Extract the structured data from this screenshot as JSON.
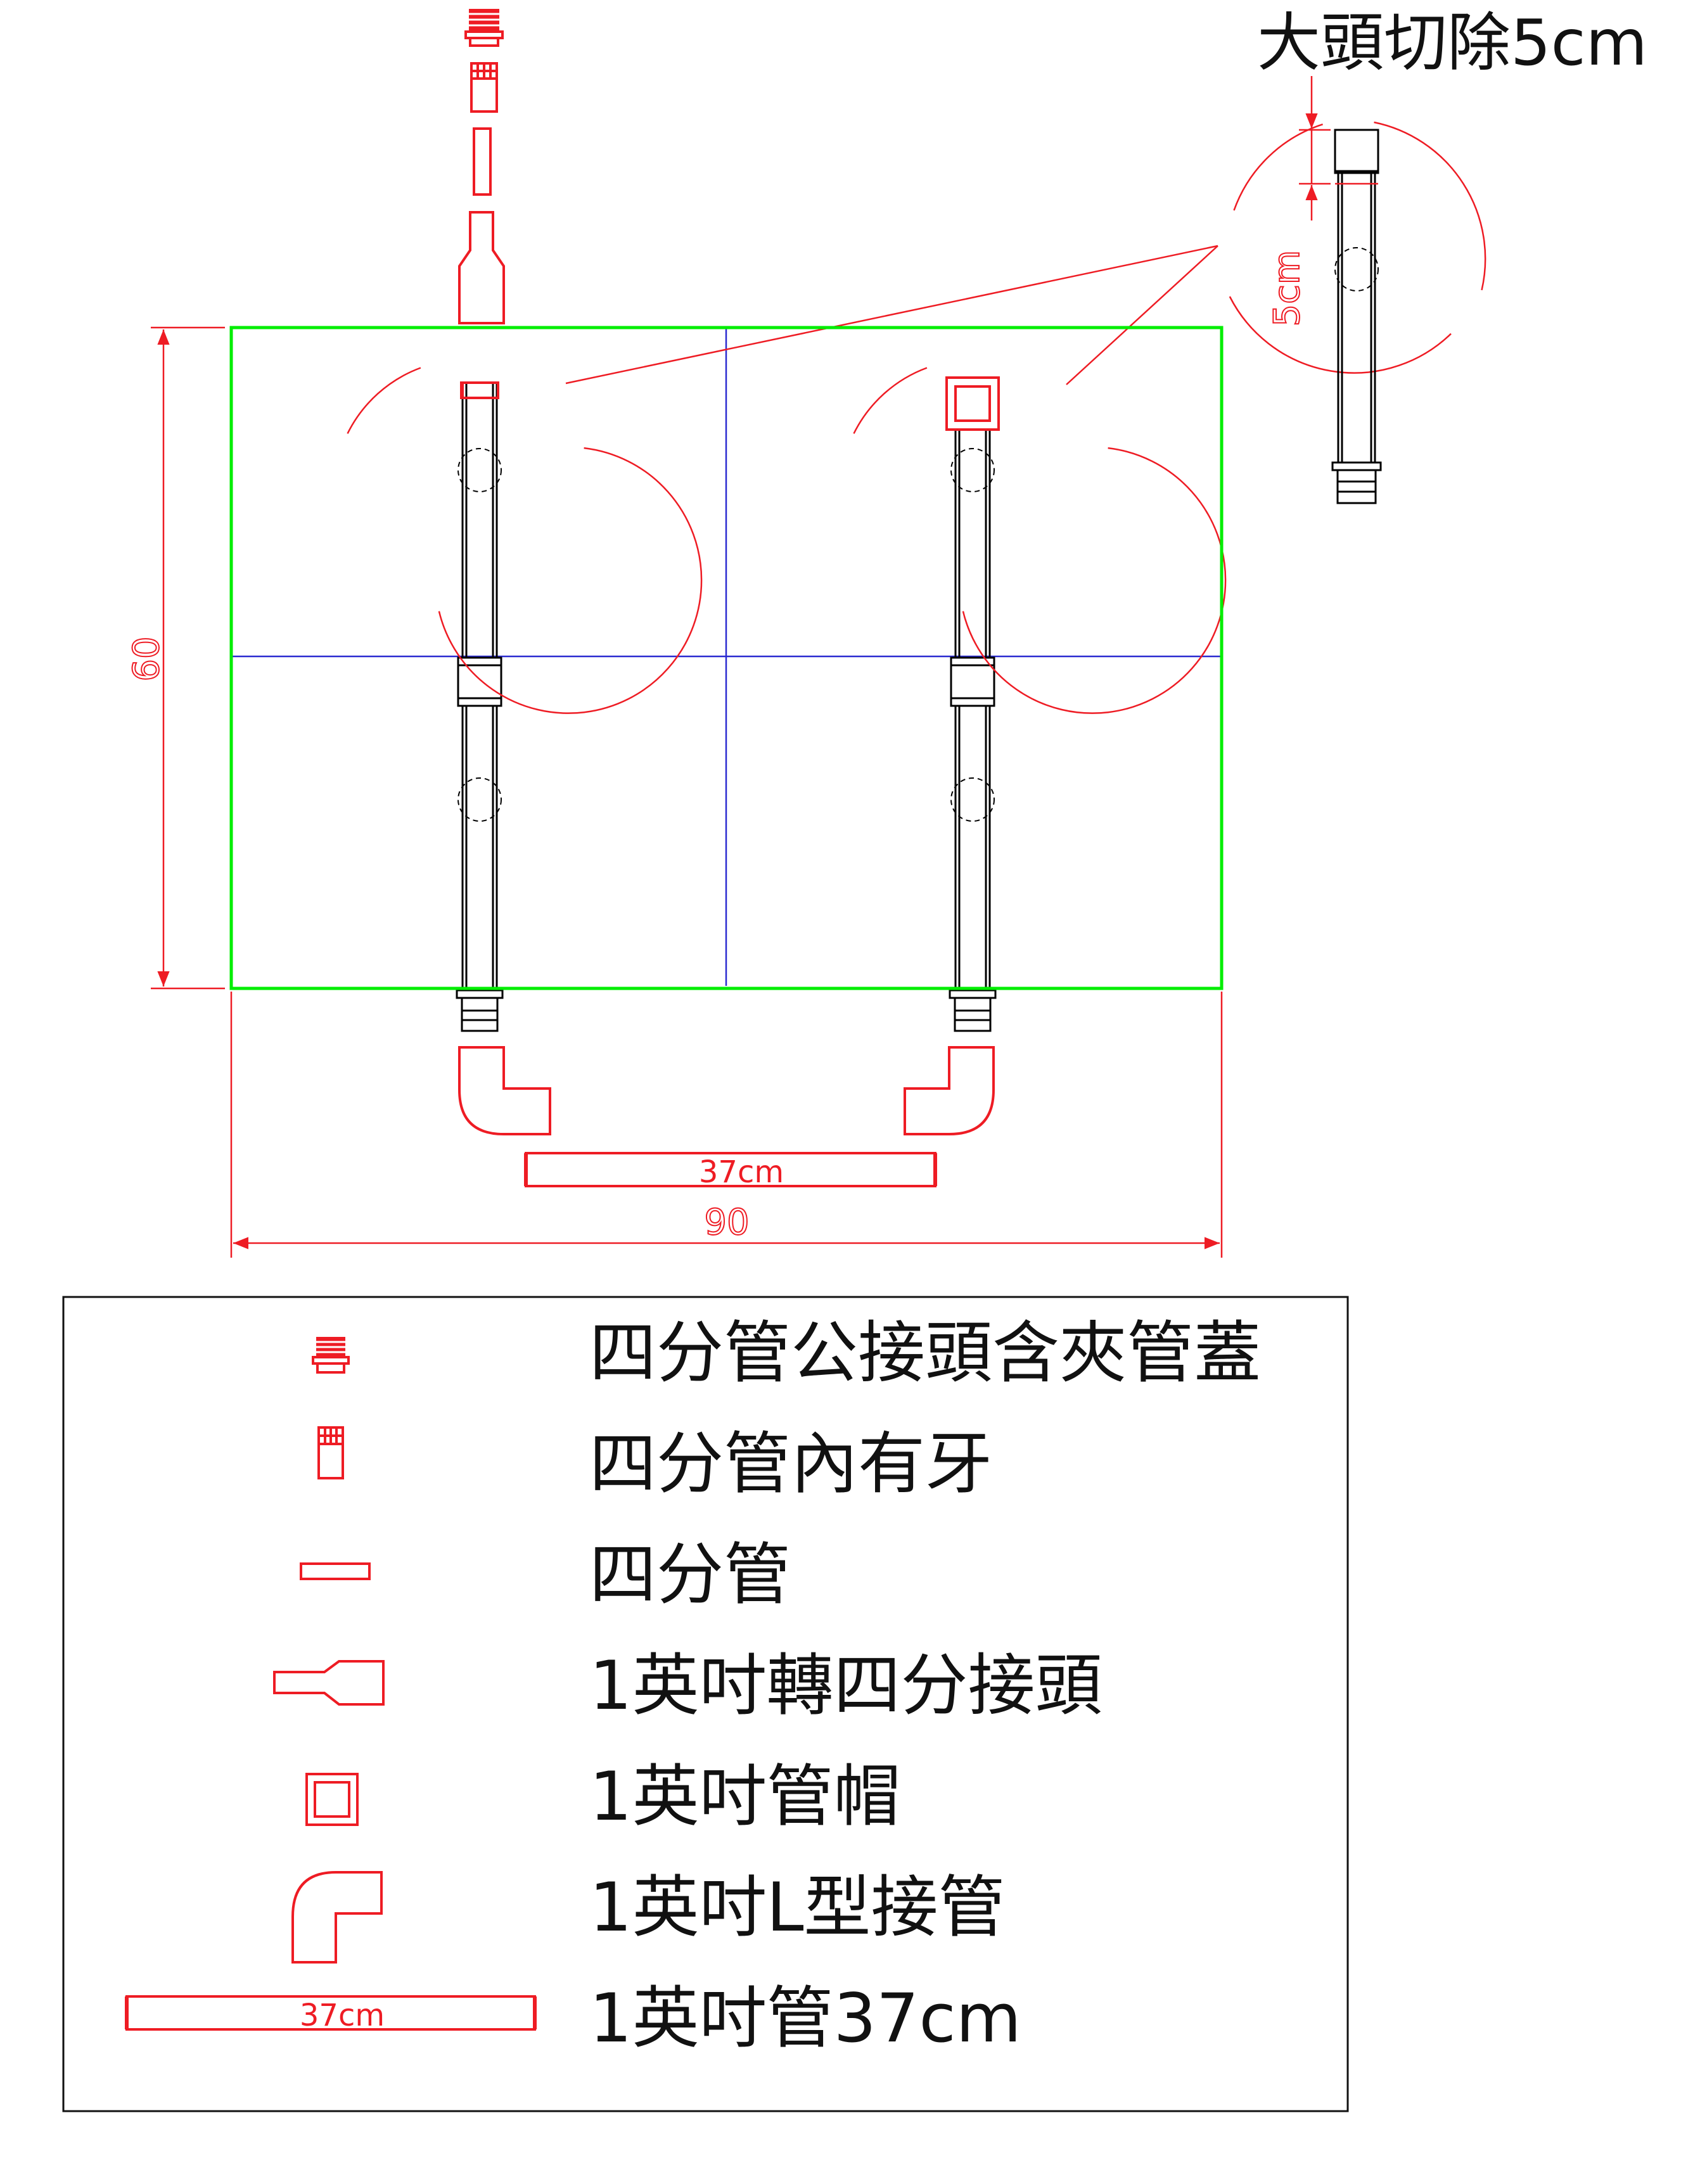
{
  "title_note": "大頭切除5cm",
  "detail_dimension": "5cm",
  "frame_dimensions": {
    "height": "60",
    "width": "90"
  },
  "pipe_length_label": "37cm",
  "colors": {
    "frame": "#00ee00",
    "center_lines": "#2a2ad0",
    "parts": "#ee1c24",
    "pipe": "#000000",
    "border": "#000000"
  },
  "legend": {
    "items": [
      {
        "icon": "male-connector-clamp-cap-icon",
        "label": "四分管公接頭含夾管蓋"
      },
      {
        "icon": "internal-thread-fitting-icon",
        "label": "四分管內有牙"
      },
      {
        "icon": "quarter-inch-pipe-icon",
        "label": "四分管"
      },
      {
        "icon": "reducer-adapter-icon",
        "label": "1英吋轉四分接頭"
      },
      {
        "icon": "pipe-cap-icon",
        "label": "1英吋管帽"
      },
      {
        "icon": "l-elbow-icon",
        "label": "1英吋L型接管"
      },
      {
        "icon": "pipe-37cm-icon",
        "label": "1英吋管37cm",
        "icon_label": "37cm"
      }
    ]
  }
}
